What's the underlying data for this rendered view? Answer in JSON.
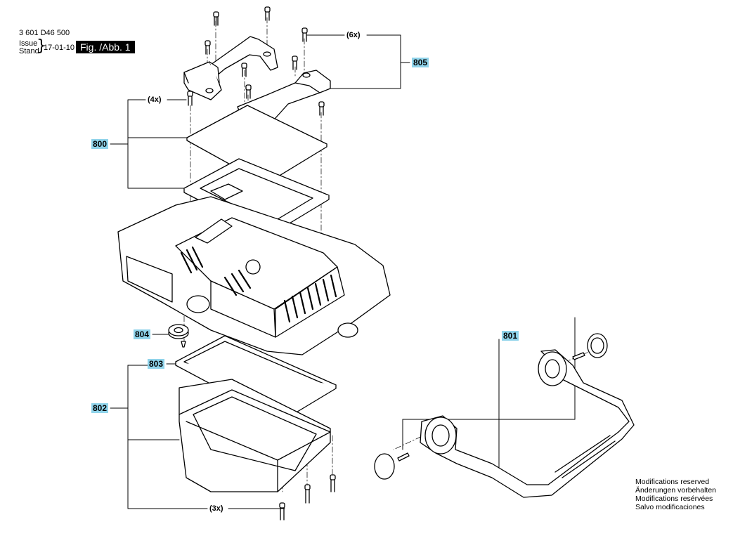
{
  "header": {
    "doc_number": "3 601 D46 500",
    "issue_label": "Issue",
    "stand_label": "Stand",
    "date": "17-01-10",
    "figure_label": "Fig. /Abb. 1"
  },
  "callouts": {
    "c800": "800",
    "c801": "801",
    "c802": "802",
    "c803": "803",
    "c804": "804",
    "c805": "805"
  },
  "quantities": {
    "q6x": "(6x)",
    "q4x": "(4x)",
    "q3x": "(3x)"
  },
  "notes": [
    "Modifications reserved",
    "Änderungen vorbehalten",
    "Modifications resérvées",
    "Salvo modificaciones"
  ],
  "colors": {
    "callout_bg": "#8fd3ea",
    "line": "#000000"
  }
}
